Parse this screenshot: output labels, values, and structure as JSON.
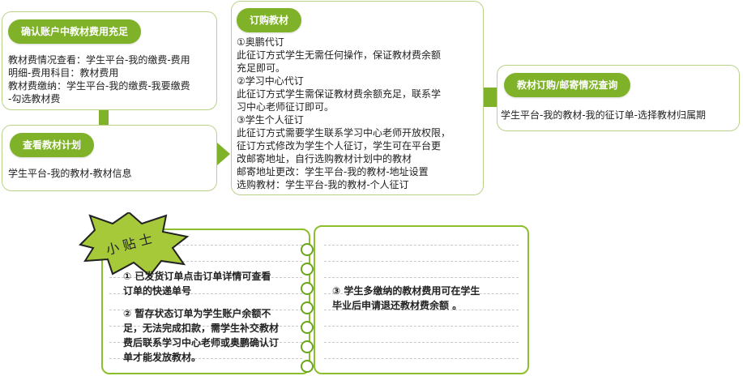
{
  "box1": {
    "title": "确认账户中教材费用充足",
    "lines": [
      "教材费情况查看：学生平台-我的缴费-费用",
      "明细-费用科目：教材费用",
      "教材费缴纳：学生平台-我的缴费-我要缴费",
      "-勾选教材费"
    ]
  },
  "box2": {
    "title": "查看教材计划",
    "lines": [
      "学生平台-我的教材-教材信息"
    ]
  },
  "box3": {
    "title": "订购教材",
    "lines": [
      "①奥鹏代订",
      "此征订方式学生无需任何操作，保证教材费余额",
      "充足即可。",
      "②学习中心代订",
      "此征订方式学生需保证教材费余额充足，联系学",
      "习中心老师征订即可。",
      "③学生个人征订",
      "此征订方式需要学生联系学习中心老师开放权限，",
      "征订方式修改为学生个人征订，学生可在平台更",
      "改邮寄地址，自行选购教材计划中的教材",
      "邮寄地址更改：学生平台-我的教材-地址设置",
      "选购教材：学生平台-我的教材-个人征订"
    ]
  },
  "box4": {
    "title": "教材订购/邮寄情况查询",
    "lines": [
      "学生平台-我的教材-我的征订单-选择教材归属期"
    ]
  },
  "tips": {
    "badge": "小 贴 士",
    "left": [
      [
        "① 已发货订单点击订单详情可查看",
        "订单的快递单号"
      ],
      [
        "② 暂存状态订单为学生账户余额不",
        "足，无法完成扣款，需学生补交教材",
        "费后联系学习中心老师或奥鹏确认订",
        "单才能发放教材。"
      ]
    ],
    "right": [
      "③ 学生多缴纳的教材费用可在学生",
      "毕业后申请退还教材费余额 。"
    ]
  },
  "colors": {
    "accent": "#7fb229",
    "border": "#b9d28a",
    "badge_bg": "#a6c93a"
  }
}
